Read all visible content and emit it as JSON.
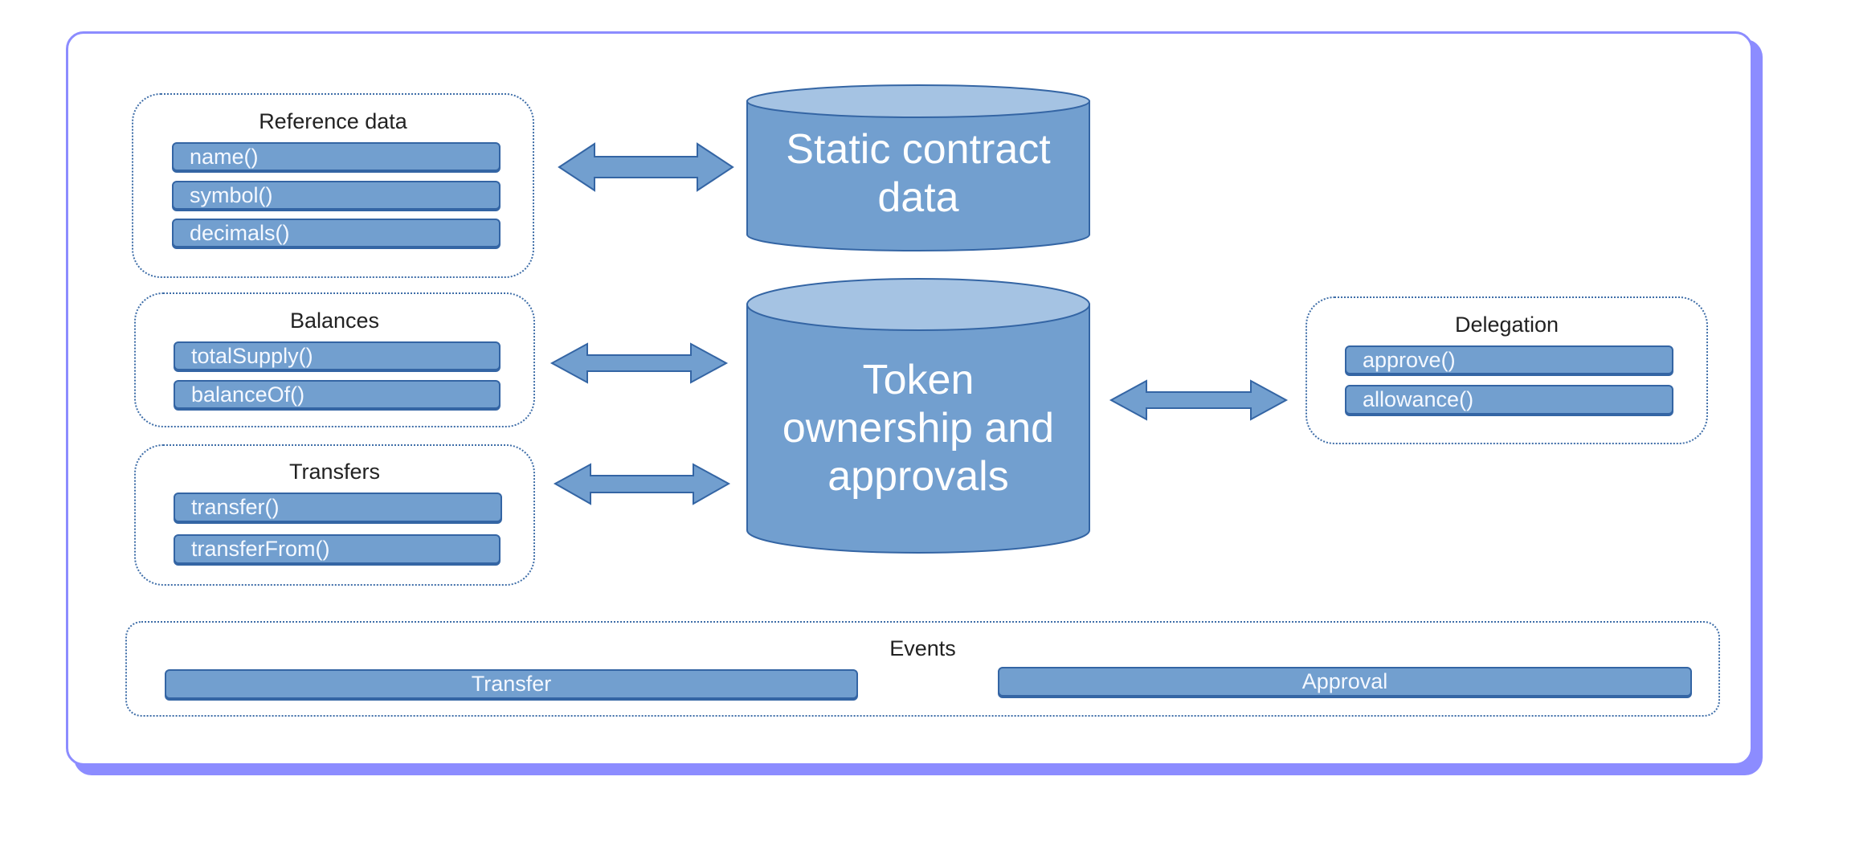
{
  "colors": {
    "frame": "#8c8cff",
    "method_fill": "#729fcf",
    "method_border": "#3465a4",
    "cylinder_top": "#a5c3e3",
    "group_border": "#3f6ea8"
  },
  "groups": {
    "reference": {
      "title": "Reference data",
      "methods": [
        "name()",
        "symbol()",
        "decimals()"
      ]
    },
    "balances": {
      "title": "Balances",
      "methods": [
        "totalSupply()",
        "balanceOf()"
      ]
    },
    "transfers": {
      "title": "Transfers",
      "methods": [
        "transfer()",
        "transferFrom()"
      ]
    },
    "delegation": {
      "title": "Delegation",
      "methods": [
        "approve()",
        "allowance()"
      ]
    },
    "events": {
      "title": "Events",
      "items": [
        "Transfer",
        "Approval"
      ]
    }
  },
  "stores": {
    "static": {
      "lines": [
        "Static contract",
        "data"
      ]
    },
    "token": {
      "lines": [
        "Token",
        "ownership and",
        "approvals"
      ]
    }
  },
  "connectors": [
    {
      "from": "Reference data",
      "to": "Static contract data",
      "type": "bidirectional"
    },
    {
      "from": "Balances",
      "to": "Token ownership and approvals",
      "type": "bidirectional"
    },
    {
      "from": "Transfers",
      "to": "Token ownership and approvals",
      "type": "bidirectional"
    },
    {
      "from": "Token ownership and approvals",
      "to": "Delegation",
      "type": "bidirectional"
    }
  ]
}
